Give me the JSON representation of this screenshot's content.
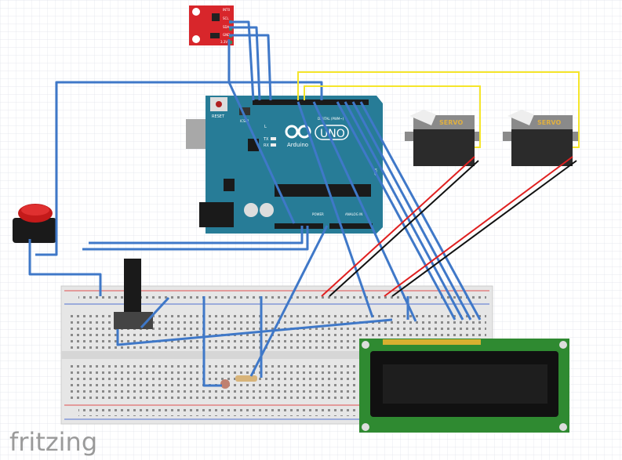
{
  "logo": "fritzing",
  "sensor": {
    "pins": [
      "INT0",
      "SCL",
      "SDA",
      "GND",
      "3.3V"
    ]
  },
  "arduino": {
    "reset": "RESET",
    "icsp2": "ICSP2",
    "icsp": "ICSP",
    "brand": "Arduino",
    "model": "UNO",
    "digital": "DIGITAL (PWM~)",
    "power": "POWER",
    "analog": "ANALOG IN",
    "tx": "TX",
    "rx": "RX",
    "l": "L"
  },
  "servos": [
    {
      "label": "SERVO"
    },
    {
      "label": "SERVO"
    }
  ],
  "colors": {
    "wire": "#3f78c8",
    "signal": "#f5e52a",
    "power": "#e02020",
    "ground": "#111111",
    "board": "#277c97",
    "lcd_pcb": "#2f8a31",
    "sensor": "#d8262b"
  }
}
